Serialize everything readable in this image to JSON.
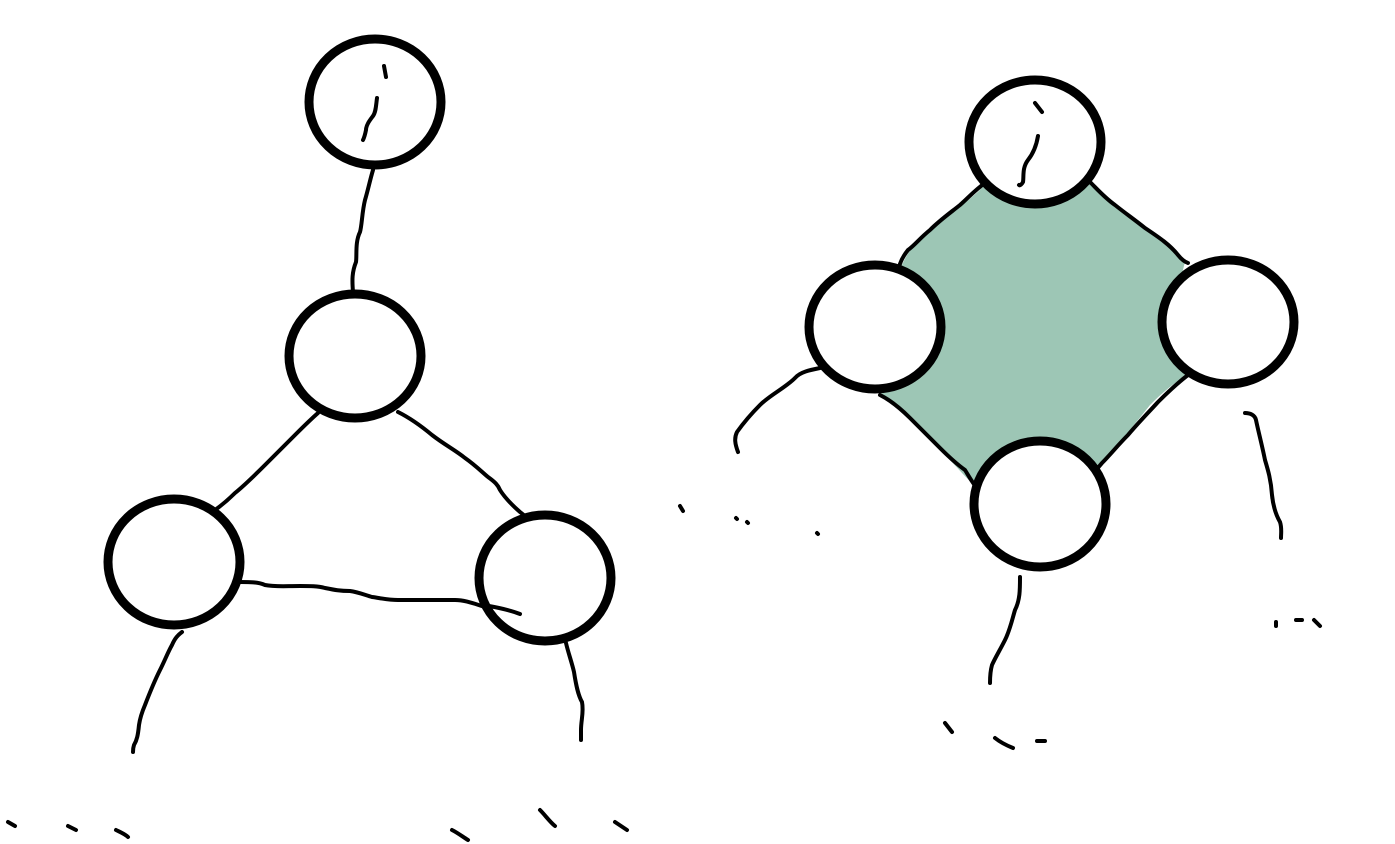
{
  "diagram": {
    "colors": {
      "stroke": "#000000",
      "node_fill": "#ffffff",
      "face_fill": "#9dc6b5",
      "background": "#ffffff"
    },
    "left_graph": {
      "nodes": [
        "top",
        "middle",
        "bottom-left",
        "bottom-right"
      ],
      "edges": [
        [
          "top",
          "middle"
        ],
        [
          "middle",
          "bottom-left"
        ],
        [
          "middle",
          "bottom-right"
        ],
        [
          "bottom-left",
          "bottom-right"
        ]
      ],
      "dangling_edges": 3
    },
    "right_graph": {
      "nodes": [
        "top",
        "left",
        "right",
        "bottom"
      ],
      "edges": [
        [
          "top",
          "left"
        ],
        [
          "top",
          "right"
        ],
        [
          "left",
          "bottom"
        ],
        [
          "right",
          "bottom"
        ]
      ],
      "shaded_face": true,
      "dangling_edges": 3
    }
  }
}
